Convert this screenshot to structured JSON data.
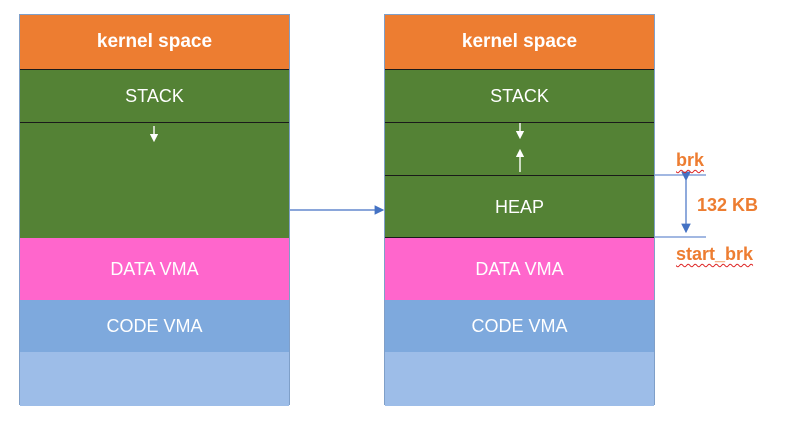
{
  "left_layout": {
    "kernel": "kernel space",
    "stack": "STACK",
    "data_vma": "DATA VMA",
    "code_vma": "CODE VMA"
  },
  "right_layout": {
    "kernel": "kernel space",
    "stack": "STACK",
    "heap": "HEAP",
    "data_vma": "DATA VMA",
    "code_vma": "CODE VMA"
  },
  "annotations": {
    "brk": "brk",
    "start_brk": "start_brk",
    "size": "132 KB"
  },
  "colors": {
    "kernel": "#ed7d31",
    "stack_heap": "#548235",
    "data": "#ff66cc",
    "code": "#7ea9dd",
    "free": "#9dbde8",
    "label": "#ed7d31",
    "connector": "#4472c4"
  }
}
